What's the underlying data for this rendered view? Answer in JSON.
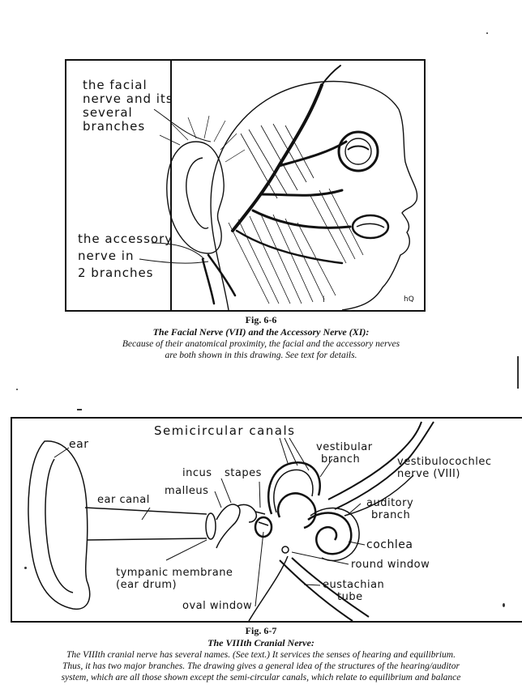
{
  "figure1": {
    "label_facial": [
      "the facial",
      "nerve and its",
      "several",
      "branches"
    ],
    "label_accessory": [
      "the accessory",
      "nerve in",
      "2 branches"
    ],
    "initials": "hQ",
    "mark": "i",
    "fig_num": "Fig. 6-6",
    "title": "The Facial Nerve (VII) and the Accessory Nerve (XI):",
    "body": [
      "Because of their anatomical proximity, the facial and the accessory nerves",
      "are both shown in this drawing.  See text for details."
    ]
  },
  "figure2": {
    "labels": {
      "ear": "ear",
      "semicircular": "Semicircular  canals",
      "vestibular": [
        "vestibular",
        "branch"
      ],
      "vestibulocochlear": [
        "vestibulocochlec",
        "nerve (VIII)"
      ],
      "incus": "incus",
      "stapes": "stapes",
      "malleus": "malleus",
      "ear_canal": "ear canal",
      "auditory": [
        "auditory",
        "branch"
      ],
      "cochlea": "cochlea",
      "round_window": "round window",
      "tympanic": [
        "tympanic membrane",
        "(ear drum)"
      ],
      "eustachian": [
        "eustachian",
        "tube"
      ],
      "oval_window": "oval window"
    },
    "fig_num": "Fig. 6-7",
    "title": "The VIIIth Cranial Nerve:",
    "body": [
      "The VIIIth cranial nerve has several names.  (See text.)  It services the senses of hearing and equilibrium.",
      "Thus, it has two major branches.  The drawing gives a general idea of the structures of the hearing/auditor",
      "system, which are all those shown except the semi-circular canals, which relate to equilibrium and balance"
    ]
  }
}
